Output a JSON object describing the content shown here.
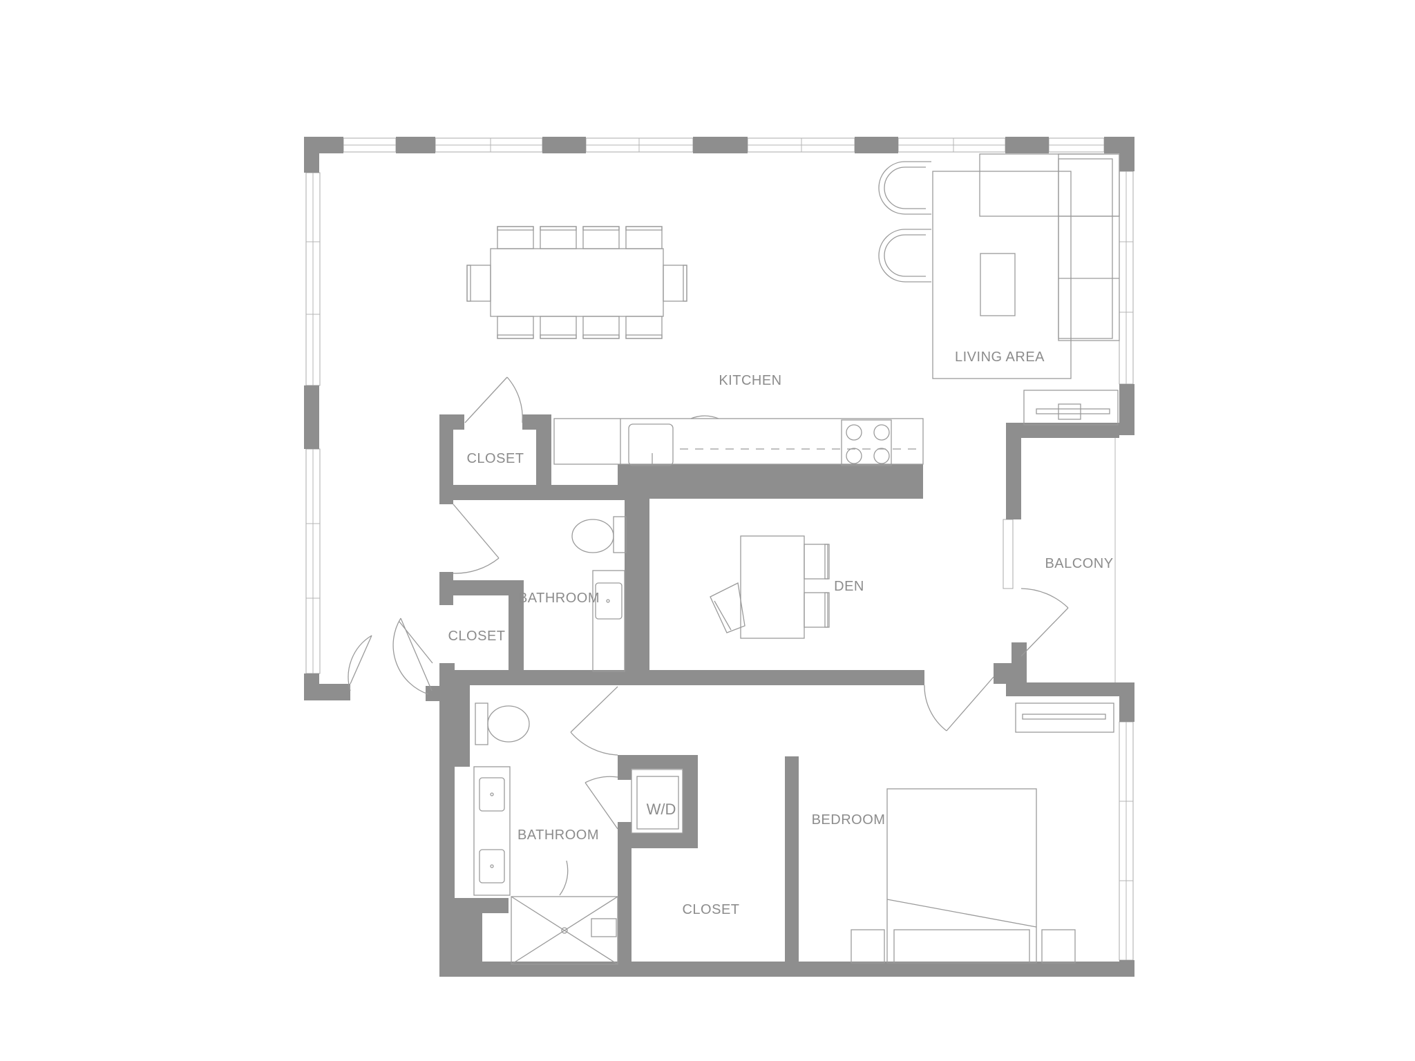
{
  "plan": {
    "rooms": {
      "kitchen": "KITCHEN",
      "living_area": "LIVING AREA",
      "closet_1": "CLOSET",
      "closet_2": "CLOSET",
      "closet_3": "CLOSET",
      "bathroom_1": "BATHROOM",
      "bathroom_2": "BATHROOM",
      "den": "DEN",
      "balcony": "BALCONY",
      "bedroom": "BEDROOM",
      "laundry": "W/D"
    },
    "colors": {
      "wall": "#8e8e8e",
      "line": "#9a9a9a",
      "label": "#8c8c8c",
      "background": "#ffffff"
    }
  }
}
